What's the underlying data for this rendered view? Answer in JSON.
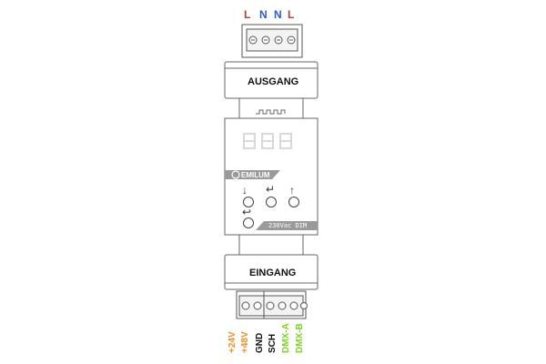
{
  "device": {
    "brand": "EMILUM",
    "model_label": "230Vac DIM",
    "display_digits": "888",
    "output_label": "AUSGANG",
    "input_label": "EINGANG"
  },
  "top_terminals": [
    {
      "symbol": "L",
      "color": "#b0413e"
    },
    {
      "symbol": "N",
      "color": "#2a5bd7"
    },
    {
      "symbol": "N",
      "color": "#2a5bd7"
    },
    {
      "symbol": "L",
      "color": "#b0413e"
    }
  ],
  "bottom_terminals": [
    {
      "label": "+24V",
      "color": "#f28c28"
    },
    {
      "label": "+48V",
      "color": "#f28c28"
    },
    {
      "label": "GND",
      "color": "#111111"
    },
    {
      "label": "SCH",
      "color": "#111111"
    },
    {
      "label": "DMX-A",
      "color": "#7ed321"
    },
    {
      "label": "DMX-B",
      "color": "#7ed321"
    }
  ],
  "buttons": [
    {
      "icon": "down-arrow-icon",
      "glyph": "↓"
    },
    {
      "icon": "enter-arrow-icon",
      "glyph": "↵"
    },
    {
      "icon": "up-arrow-icon",
      "glyph": "↑"
    },
    {
      "icon": "back-arrow-icon",
      "glyph": "↩"
    }
  ]
}
